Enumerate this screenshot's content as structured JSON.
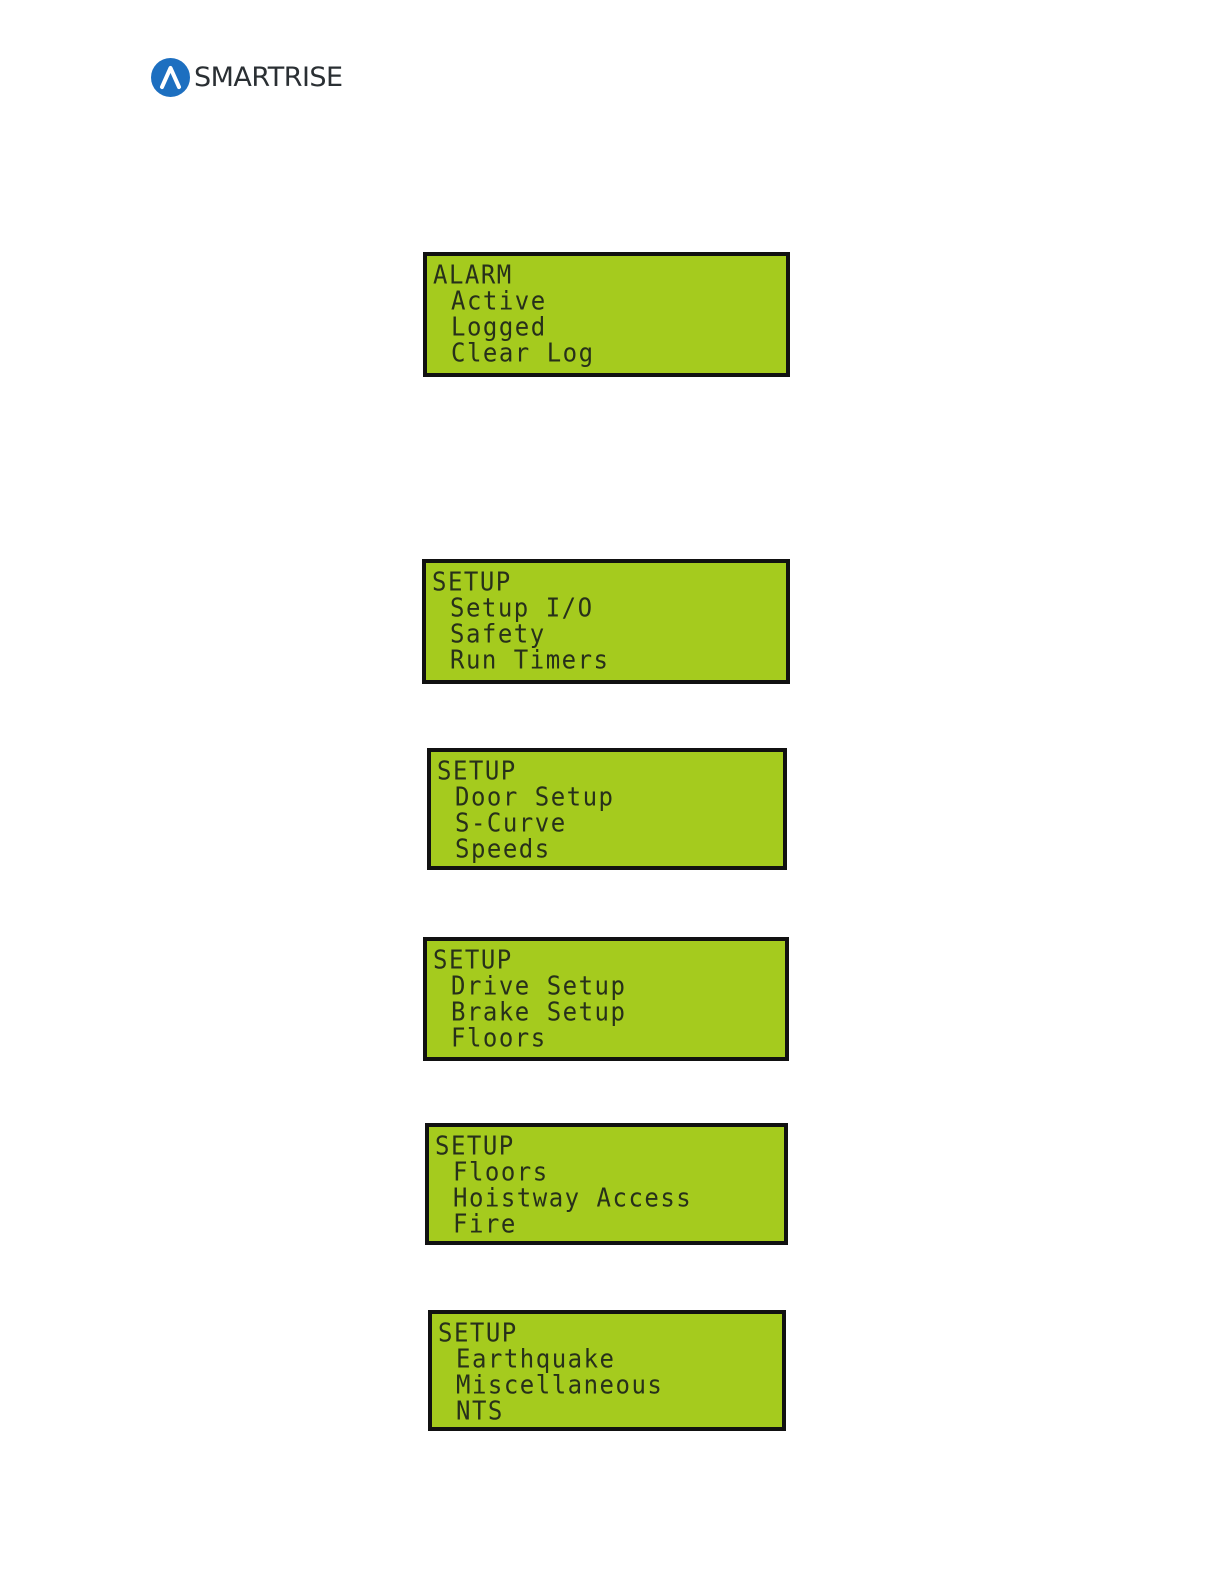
{
  "header": {
    "brand": "SMARTRISE",
    "logo_icon": "smartrise-logo-icon",
    "brand_color": "#1d6fc0"
  },
  "lcd_color": "#a5cb1e",
  "screens": [
    {
      "title": "ALARM",
      "items": [
        "Active",
        "Logged",
        "Clear Log"
      ]
    },
    {
      "title": "SETUP",
      "items": [
        "Setup I/O",
        "Safety",
        "Run Timers"
      ]
    },
    {
      "title": "SETUP",
      "items": [
        "Door Setup",
        "S-Curve",
        "Speeds"
      ]
    },
    {
      "title": "SETUP",
      "items": [
        "Drive Setup",
        "Brake Setup",
        "Floors"
      ]
    },
    {
      "title": "SETUP",
      "items": [
        "Floors",
        "Hoistway Access",
        "Fire"
      ]
    },
    {
      "title": "SETUP",
      "items": [
        "Earthquake",
        "Miscellaneous",
        "NTS"
      ]
    }
  ]
}
